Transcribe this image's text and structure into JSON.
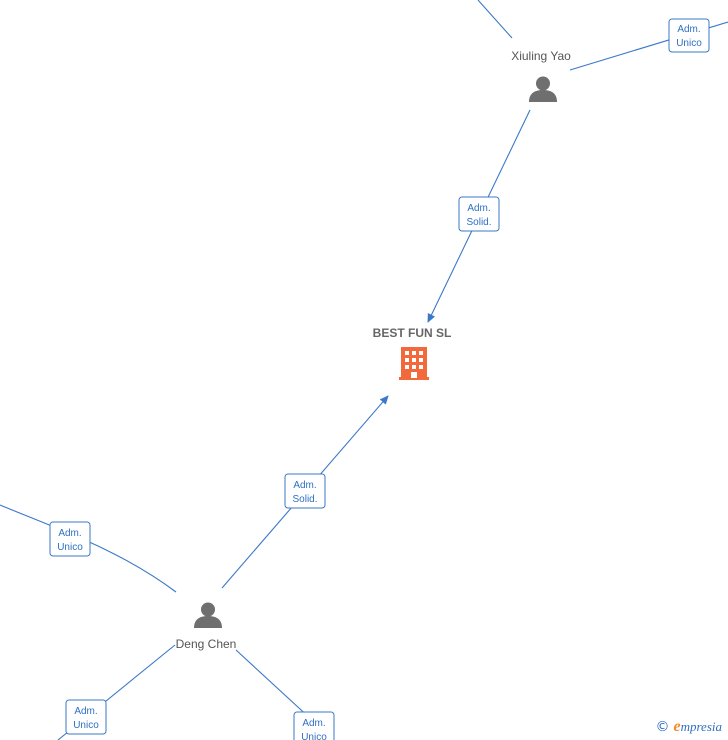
{
  "diagram": {
    "company": {
      "name": "BEST FUN  SL",
      "icon": "building-icon",
      "color": "#f26a3b"
    },
    "people": [
      {
        "id": "xiuling",
        "name": "Xiuling Yao",
        "icon": "person-icon"
      },
      {
        "id": "deng",
        "name": "Deng Chen",
        "icon": "person-icon"
      }
    ],
    "edges": [
      {
        "id": "xiuling-top",
        "label_line1": "",
        "label_line2": ""
      },
      {
        "id": "xiuling-right",
        "label_line1": "Adm.",
        "label_line2": "Unico"
      },
      {
        "id": "xiuling-company",
        "label_line1": "Adm.",
        "label_line2": "Solid."
      },
      {
        "id": "deng-company",
        "label_line1": "Adm.",
        "label_line2": "Solid."
      },
      {
        "id": "deng-left",
        "label_line1": "Adm.",
        "label_line2": "Unico"
      },
      {
        "id": "deng-bottom-left",
        "label_line1": "Adm.",
        "label_line2": "Unico"
      },
      {
        "id": "deng-bottom-right",
        "label_line1": "Adm.",
        "label_line2": "Unico"
      }
    ],
    "edge_color": "#3a78c9"
  },
  "watermark": {
    "copyright_symbol": "©",
    "brand_first_letter": "e",
    "brand_rest": "mpresia"
  }
}
